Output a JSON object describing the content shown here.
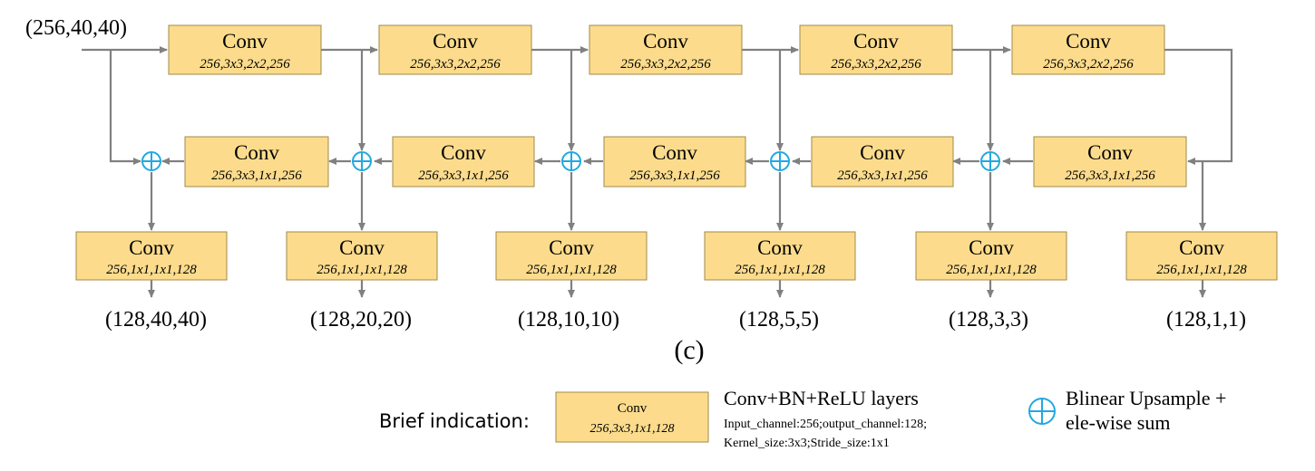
{
  "input_label": "(256,40,40)",
  "top_row": [
    {
      "title": "Conv",
      "params": "256,3x3,2x2,256"
    },
    {
      "title": "Conv",
      "params": "256,3x3,2x2,256"
    },
    {
      "title": "Conv",
      "params": "256,3x3,2x2,256"
    },
    {
      "title": "Conv",
      "params": "256,3x3,2x2,256"
    },
    {
      "title": "Conv",
      "params": "256,3x3,2x2,256"
    }
  ],
  "middle_row": [
    {
      "title": "Conv",
      "params": "256,3x3,1x1,256"
    },
    {
      "title": "Conv",
      "params": "256,3x3,1x1,256"
    },
    {
      "title": "Conv",
      "params": "256,3x3,1x1,256"
    },
    {
      "title": "Conv",
      "params": "256,3x3,1x1,256"
    },
    {
      "title": "Conv",
      "params": "256,3x3,1x1,256"
    }
  ],
  "bottom_row": [
    {
      "title": "Conv",
      "params": "256,1x1,1x1,128",
      "output": "(128,40,40)"
    },
    {
      "title": "Conv",
      "params": "256,1x1,1x1,128",
      "output": "(128,20,20)"
    },
    {
      "title": "Conv",
      "params": "256,1x1,1x1,128",
      "output": "(128,10,10)"
    },
    {
      "title": "Conv",
      "params": "256,1x1,1x1,128",
      "output": "(128,5,5)"
    },
    {
      "title": "Conv",
      "params": "256,1x1,1x1,128",
      "output": "(128,3,3)"
    },
    {
      "title": "Conv",
      "params": "256,1x1,1x1,128",
      "output": "(128,1,1)"
    }
  ],
  "caption": "(c)",
  "legend": {
    "brief_label": "Brief indication:",
    "box_title": "Conv",
    "box_params": "256,3x3,1x1,128",
    "conv_title": "Conv+BN+ReLU layers",
    "conv_line1": "Input_channel:256;output_channel:128;",
    "conv_line2": "Kernel_size:3x3;Stride_size:1x1",
    "sum_line1": "Blinear Upsample +",
    "sum_line2": "ele-wise sum"
  },
  "colors": {
    "conv_fill": "#fcdc8c",
    "wire": "#808080",
    "sum_symbol": "#22a8e0"
  }
}
